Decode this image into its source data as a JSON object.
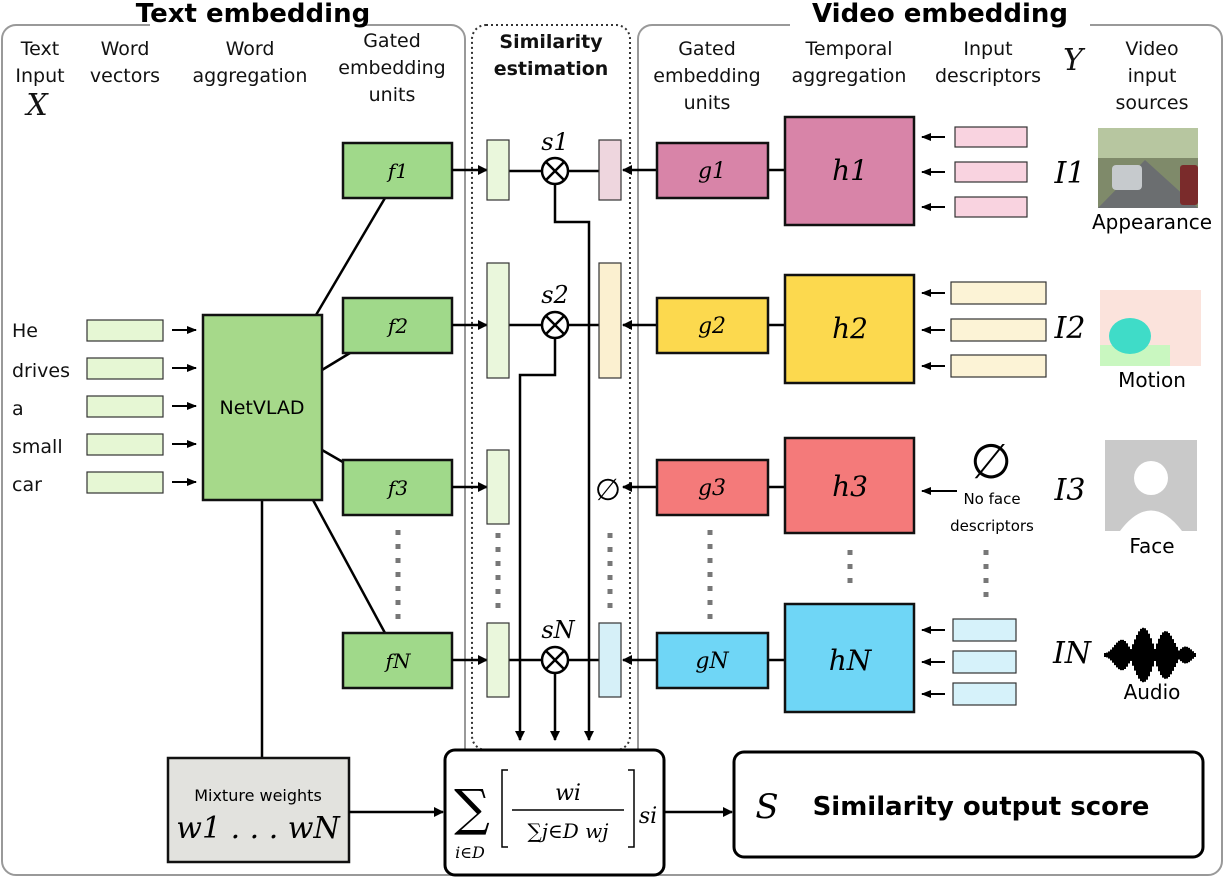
{
  "text_embedding": {
    "title": "Text embedding",
    "headers": {
      "text_input": [
        "Text",
        "Input"
      ],
      "input_var": "X",
      "word_vectors": [
        "Word",
        "vectors"
      ],
      "word_aggregation": [
        "Word",
        "aggregation"
      ],
      "gated": [
        "Gated",
        "embedding",
        "units"
      ]
    },
    "words": [
      "He",
      "drives",
      "a",
      "small",
      "car"
    ],
    "aggregator": "NetVLAD",
    "units": [
      "f1",
      "f2",
      "f3",
      "fN"
    ]
  },
  "similarity": {
    "title": [
      "Similarity",
      "estimation"
    ],
    "scores": [
      "s1",
      "s2",
      "sN"
    ],
    "empty_symbol": "∅"
  },
  "video_embedding": {
    "title": "Video embedding",
    "headers": {
      "gated": [
        "Gated",
        "embedding",
        "units"
      ],
      "temporal": [
        "Temporal",
        "aggregation"
      ],
      "descriptors": [
        "Input",
        "descriptors"
      ],
      "output_var": "Y",
      "sources": [
        "Video",
        "input",
        "sources"
      ]
    },
    "units": [
      "g1",
      "g2",
      "g3",
      "gN"
    ],
    "aggregators": [
      "h1",
      "h2",
      "h3",
      "hN"
    ],
    "modalities": [
      "I1",
      "I2",
      "I3",
      "IN"
    ],
    "source_labels": [
      "Appearance",
      "Motion",
      "Face",
      "Audio"
    ],
    "no_face": [
      "No face",
      "descriptors"
    ],
    "empty_symbol": "∅",
    "colors": [
      "#d884a8",
      "#fcd94e",
      "#f47a7a",
      "#6fd6f6"
    ]
  },
  "mixture": {
    "label": "Mixture weights",
    "weights": "w1 . . . wN"
  },
  "formula": {
    "sum": "∑",
    "sub": "i∈D",
    "num": "wi",
    "den": "∑j∈D wj",
    "s": "si"
  },
  "output": {
    "symbol": "S",
    "label": "Similarity output score"
  }
}
